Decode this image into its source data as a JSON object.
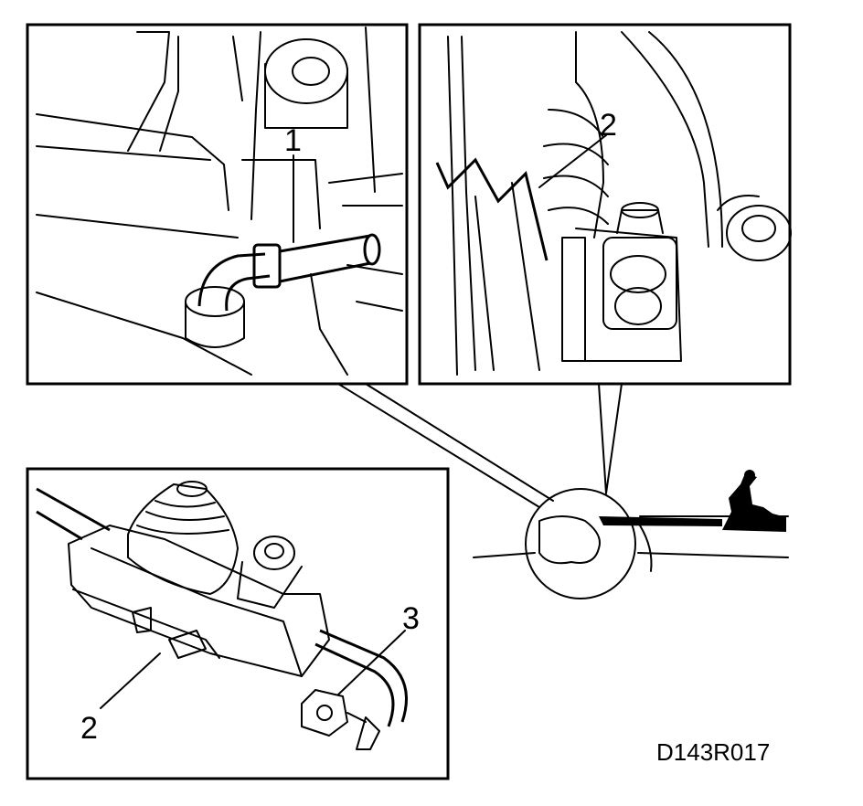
{
  "labels": {
    "callout_1": "1",
    "callout_2_top": "2",
    "callout_2_bottom": "2",
    "callout_3": "3",
    "figure_code": "D143R017"
  }
}
